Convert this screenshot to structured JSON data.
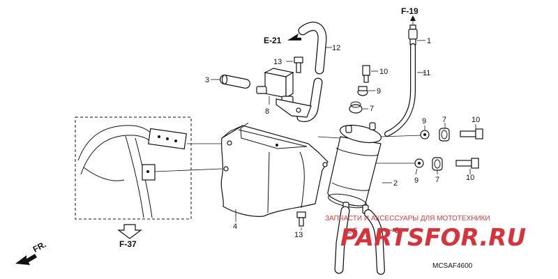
{
  "refs": {
    "f19": "F-19",
    "e21": "E-21",
    "f37": "F-37",
    "fr": "FR."
  },
  "callouts": {
    "c1": "1",
    "c2": "2",
    "c3": "3",
    "c4": "4",
    "c5": "5",
    "c6": "6",
    "c7a": "7",
    "c7b": "7",
    "c7c": "7",
    "c8": "8",
    "c9a": "9",
    "c9b": "9",
    "c9c": "9",
    "c10a": "10",
    "c10b": "10",
    "c10c": "10",
    "c11": "11",
    "c12": "12",
    "c13a": "13",
    "c13b": "13"
  },
  "watermark": {
    "tagline": "ЗАПЧАСТИ И АКСЕССУАРЫ ДЛЯ МОТОТЕХНИКИ",
    "logo": "PARTSFOR.RU"
  },
  "diagram_code": "MCSAF4600"
}
